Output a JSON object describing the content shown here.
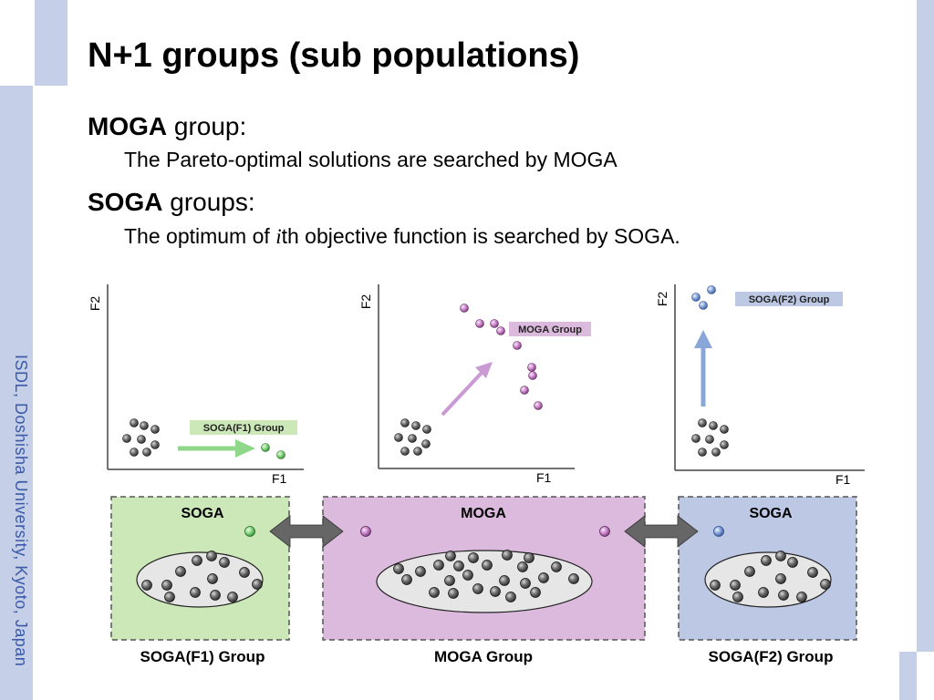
{
  "slide": {
    "title": "N+1 groups (sub populations)",
    "side_label": "ISDL, Doshisha University, Kyoto, Japan",
    "bullets": [
      {
        "term": "MOGA",
        "rest": " group:",
        "desc": "The Pareto-optimal solutions are searched by MOGA"
      },
      {
        "term": "SOGA",
        "rest": " groups:",
        "desc_pre": "The optimum of ",
        "desc_var": "i",
        "desc_post": "th objective function is searched by SOGA."
      }
    ]
  },
  "plots": [
    {
      "ylabel": "F2",
      "xlabel": "F1",
      "tag": "SOGA(F1) Group"
    },
    {
      "ylabel": "F2",
      "xlabel": "F1",
      "tag": "MOGA Group"
    },
    {
      "ylabel": "F2",
      "xlabel": "F1",
      "tag": "SOGA(F2) Group"
    }
  ],
  "boxes": [
    {
      "title": "SOGA",
      "caption": "SOGA(F1) Group"
    },
    {
      "title": "MOGA",
      "caption": "MOGA Group"
    },
    {
      "title": "SOGA",
      "caption": "SOGA(F2) Group"
    }
  ],
  "colors": {
    "accent_bar": "#c5d0e8",
    "side_text": "#3a5aa8",
    "soga_f1_fill": "#cce8b8",
    "moga_fill": "#dcbadd",
    "soga_f2_fill": "#bcc8e4",
    "green_dot": "#7dd37a",
    "purple_dot": "#c880c8",
    "blue_dot": "#7f9fd8",
    "gray_dot": "#5a5a5a",
    "double_arrow": "#666666"
  }
}
